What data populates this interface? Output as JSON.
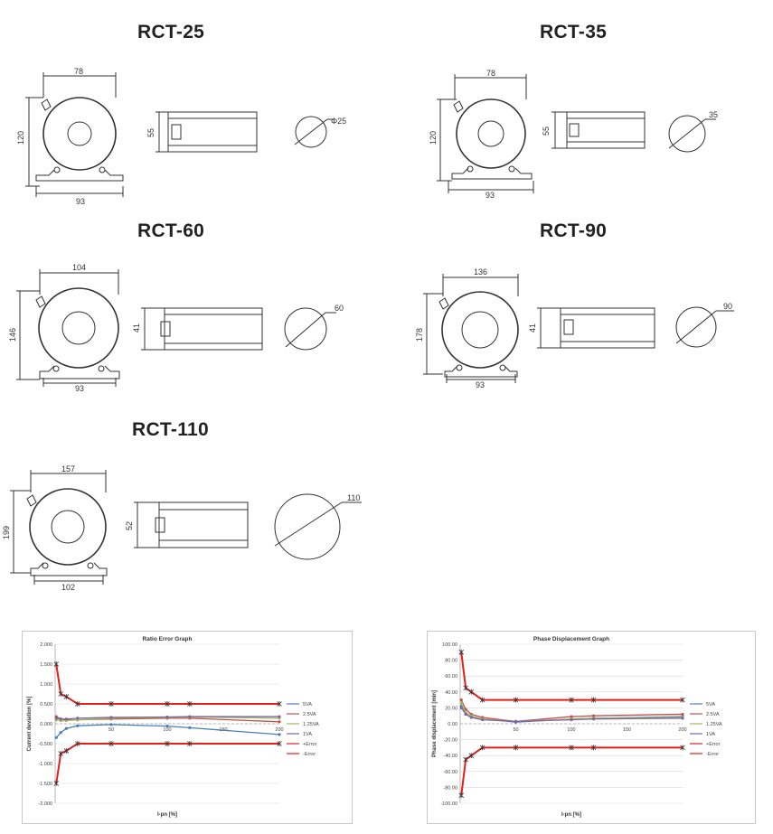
{
  "models": [
    {
      "id": "rct25",
      "title": "RCT-25",
      "width": "78",
      "height": "120",
      "base": "93",
      "depth": "55",
      "window": "Φ25"
    },
    {
      "id": "rct35",
      "title": "RCT-35",
      "width": "78",
      "height": "120",
      "base": "93",
      "depth": "55",
      "window": "35"
    },
    {
      "id": "rct60",
      "title": "RCT-60",
      "width": "104",
      "height": "146",
      "base": "93",
      "depth": "41",
      "window": "60"
    },
    {
      "id": "rct90",
      "title": "RCT-90",
      "width": "136",
      "height": "178",
      "base": "93",
      "depth": "41",
      "window": "90"
    },
    {
      "id": "rct110",
      "title": "RCT-110",
      "width": "157",
      "height": "199",
      "base": "102",
      "depth": "52",
      "window": "110"
    }
  ],
  "chart_data": [
    {
      "type": "line",
      "title": "Ratio Error Graph",
      "xlabel": "I-pn [%]",
      "ylabel": "Current deviation [%]",
      "ylim": [
        -2.0,
        2.0
      ],
      "xlim": [
        0,
        200
      ],
      "xticks": [
        "50",
        "100",
        "150",
        "200"
      ],
      "yticks": [
        "2.000",
        "1.500",
        "1.000",
        "0.500",
        "0.000",
        "-0.500",
        "-1.000",
        "-1.500",
        "-2.000"
      ],
      "grid": true,
      "legend": "right",
      "x": [
        1,
        5,
        10,
        20,
        50,
        100,
        120,
        200
      ],
      "series": [
        {
          "name": "5VA",
          "color": "#4a7ebb",
          "values": [
            -0.35,
            -0.22,
            -0.12,
            -0.05,
            -0.02,
            -0.06,
            -0.1,
            -0.27
          ]
        },
        {
          "name": "2.5VA",
          "color": "#c0504d",
          "values": [
            0.18,
            0.12,
            0.1,
            0.1,
            0.12,
            0.14,
            0.14,
            0.05
          ]
        },
        {
          "name": "1.25VA",
          "color": "#9bbb59",
          "values": [
            0.1,
            0.08,
            0.08,
            0.1,
            0.14,
            0.16,
            0.17,
            0.14
          ]
        },
        {
          "name": "1VA",
          "color": "#8064a2",
          "values": [
            0.14,
            0.12,
            0.12,
            0.14,
            0.16,
            0.17,
            0.18,
            0.18
          ]
        },
        {
          "name": "+Error",
          "color": "#e0201a",
          "values": [
            1.5,
            0.75,
            0.68,
            0.5,
            0.5,
            0.5,
            0.5,
            0.5
          ]
        },
        {
          "name": "-Error",
          "color": "#e0201a",
          "values": [
            -1.5,
            -0.75,
            -0.68,
            -0.5,
            -0.5,
            -0.5,
            -0.5,
            -0.5
          ]
        }
      ]
    },
    {
      "type": "line",
      "title": "Phase Displacement Graph",
      "xlabel": "I-pn [%]",
      "ylabel": "Phase displacement [min]",
      "ylim": [
        -100,
        100
      ],
      "xlim": [
        0,
        200
      ],
      "xticks": [
        "50",
        "100",
        "150",
        "200"
      ],
      "yticks": [
        "100.00",
        "80.00",
        "60.00",
        "40.00",
        "20.00",
        "0.00",
        "-20.00",
        "-40.00",
        "-60.00",
        "-80.00",
        "-100.00"
      ],
      "grid": true,
      "legend": "right",
      "x": [
        1,
        5,
        10,
        20,
        50,
        100,
        120,
        200
      ],
      "series": [
        {
          "name": "5VA",
          "color": "#4a7ebb",
          "values": [
            22,
            12,
            8,
            6,
            2,
            6,
            7,
            9
          ]
        },
        {
          "name": "2.5VA",
          "color": "#c0504d",
          "values": [
            30,
            18,
            12,
            8,
            3,
            9,
            10,
            12
          ]
        },
        {
          "name": "1.25VA",
          "color": "#9bbb59",
          "values": [
            26,
            14,
            10,
            6,
            3,
            6,
            7,
            8
          ]
        },
        {
          "name": "1VA",
          "color": "#8064a2",
          "values": [
            20,
            12,
            8,
            5,
            3,
            5,
            6,
            7
          ]
        },
        {
          "name": "+Error",
          "color": "#e0201a",
          "values": [
            90,
            45,
            40,
            30,
            30,
            30,
            30,
            30
          ]
        },
        {
          "name": "-Error",
          "color": "#e0201a",
          "values": [
            -90,
            -45,
            -40,
            -30,
            -30,
            -30,
            -30,
            -30
          ]
        }
      ]
    }
  ]
}
